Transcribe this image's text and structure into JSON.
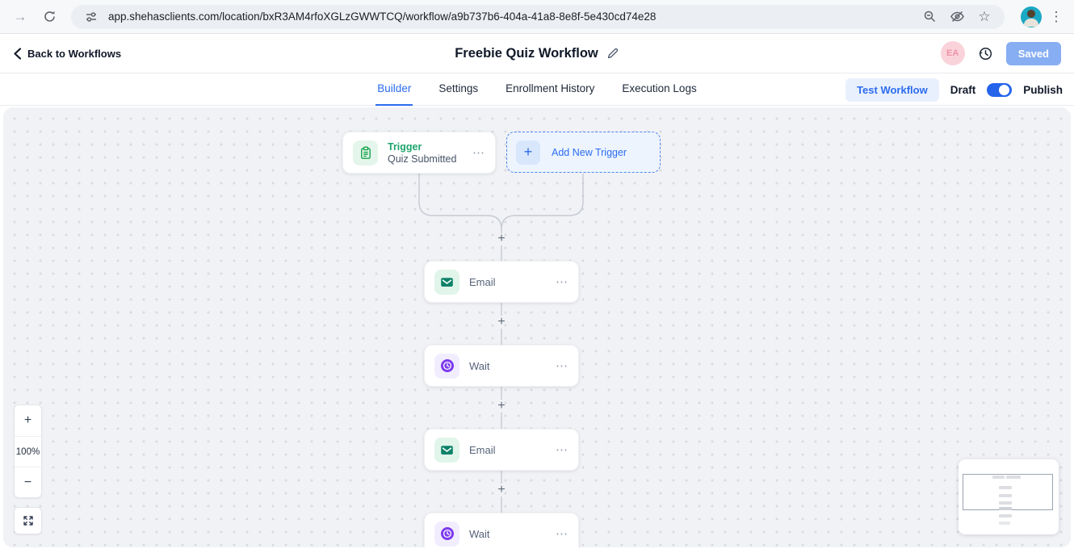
{
  "browser": {
    "url": "app.shehasclients.com/location/bxR3AM4rfoXGLzGWWTCQ/workflow/a9b737b6-404a-41a8-8e8f-5e430cd74e28",
    "kebab": "⋮",
    "star": "☆",
    "forward_arrow": "→"
  },
  "header": {
    "back_label": "Back to Workflows",
    "title": "Freebie Quiz Workflow",
    "avatar_initials": "EA",
    "saved_label": "Saved"
  },
  "tabs": {
    "items": [
      {
        "label": "Builder",
        "active": true
      },
      {
        "label": "Settings",
        "active": false
      },
      {
        "label": "Enrollment History",
        "active": false
      },
      {
        "label": "Execution Logs",
        "active": false
      }
    ]
  },
  "toolbar": {
    "test_workflow_label": "Test Workflow",
    "draft_label": "Draft",
    "publish_label": "Publish"
  },
  "canvas": {
    "zoom_in": "+",
    "zoom_out": "−",
    "zoom_percent": "100%",
    "plus_label": "+",
    "ellipsis": "⋯",
    "trigger": {
      "title": "Trigger",
      "subtitle": "Quiz Submitted"
    },
    "add_trigger": {
      "label": "Add New Trigger",
      "plus": "+"
    },
    "nodes": [
      {
        "type": "email",
        "label": "Email"
      },
      {
        "type": "wait",
        "label": "Wait"
      },
      {
        "type": "email",
        "label": "Email"
      },
      {
        "type": "wait",
        "label": "Wait"
      }
    ]
  },
  "colors": {
    "accent_blue": "#2b6cee",
    "trigger_green": "#1ea56d",
    "email_teal": "#0e8268",
    "wait_purple": "#7c3aed",
    "saved_blue": "#87aef2",
    "canvas_bg": "#f1f2f5"
  }
}
